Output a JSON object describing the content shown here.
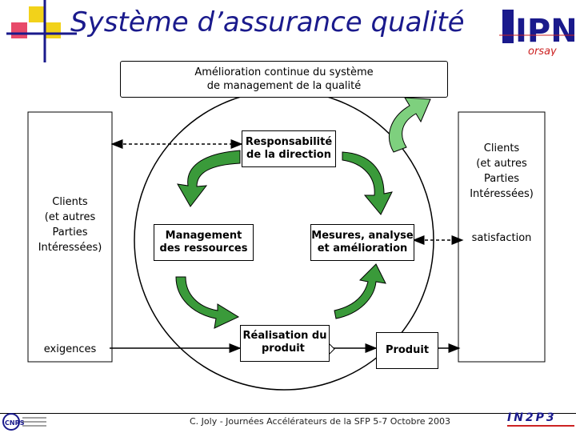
{
  "header": {
    "title": "Système d’assurance qualité"
  },
  "top_box": {
    "line1": "Amélioration continue du système",
    "line2": "de management de la qualité"
  },
  "left_column": {
    "clients_l1": "Clients",
    "clients_l2": "(et autres",
    "clients_l3": "Parties",
    "clients_l4": "Intéressées)",
    "exigences": "exigences"
  },
  "right_column": {
    "clients_l1": "Clients",
    "clients_l2": "(et autres",
    "clients_l3": "Parties",
    "clients_l4": "Intéressées)",
    "satisfaction": "satisfaction"
  },
  "process": {
    "responsabilite_l1": "Responsabilité",
    "responsabilite_l2": "de la direction",
    "management_l1": "Management",
    "management_l2": "des ressources",
    "mesures_l1": "Mesures, analyse",
    "mesures_l2": "et amélioration",
    "realisation_l1": "Réalisation du",
    "realisation_l2": "produit",
    "produit": "Produit"
  },
  "footer": {
    "text": "C. Joly - Journées Accélérateurs de la SFP 5-7 Octobre 2003"
  },
  "logos": {
    "ipn_l1": "IPN",
    "ipn_l2": "orsay",
    "in2p3": "IN2P3",
    "cnrs": "CNRS"
  },
  "colors": {
    "arrow_green": "#3a9a3a",
    "arrow_light_green": "#7ed07e",
    "title_blue": "#1a1a8c",
    "accent_red": "#cc2222",
    "accent_yellow": "#f2d21a"
  }
}
